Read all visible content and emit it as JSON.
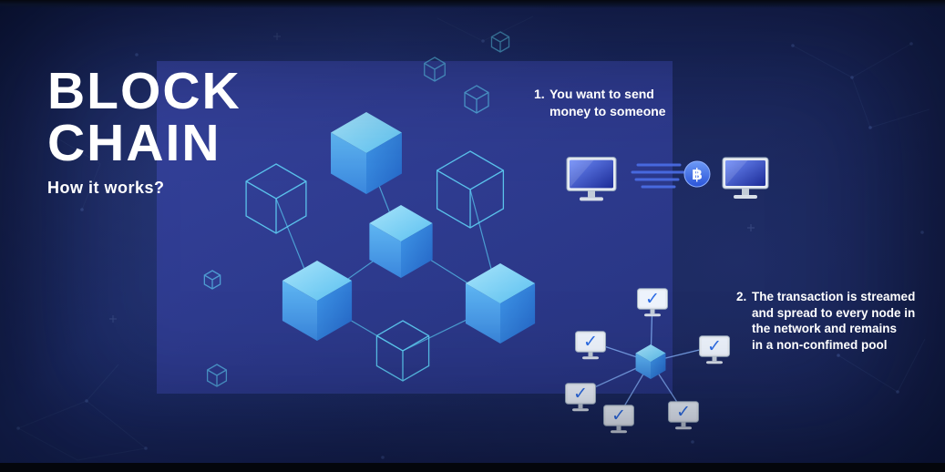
{
  "title": {
    "line1": "BLOCK",
    "line2": "CHAIN",
    "subtitle": "How it works?"
  },
  "steps": {
    "step1": {
      "number": "1.",
      "lines": [
        "You want to send",
        "money to someone"
      ]
    },
    "step2": {
      "number": "2.",
      "lines": [
        "The transaction is streamed",
        "and spread to every node in",
        "the network and remains",
        "in a non-confimed pool"
      ]
    }
  },
  "icons": {
    "bitcoin_symbol": "฿",
    "checkmark": "✓"
  },
  "colors": {
    "background": "#182457",
    "panel": "#2e3b8d",
    "cube_top": "#a8e4fa",
    "cube_left": "#4fa8ec",
    "cube_right": "#2f83da",
    "wireframe": "#5fd0f5",
    "screen_blue": "#3a55d0",
    "check_blue": "#2e6de5",
    "text": "#ffffff"
  }
}
